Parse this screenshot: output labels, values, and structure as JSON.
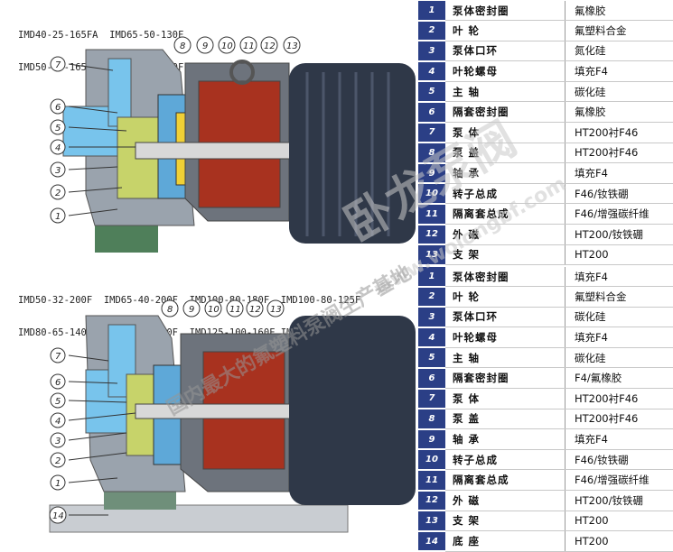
{
  "top": {
    "models_line1": "IMD40-25-165FA  IMD65-50-130F",
    "models_line2": "IMD50-40-165F   IMD80-65-140F",
    "callouts_left": [
      "7",
      "6",
      "5",
      "4",
      "3",
      "2",
      "1"
    ],
    "callouts_top": [
      "8",
      "9",
      "10",
      "11",
      "12",
      "13"
    ],
    "parts": [
      {
        "no": "1",
        "name": "泵体密封圈",
        "material": "氟橡胶"
      },
      {
        "no": "2",
        "name": "叶        轮",
        "material": "氟塑料合金"
      },
      {
        "no": "3",
        "name": "泵体口环",
        "material": "氮化硅"
      },
      {
        "no": "4",
        "name": "叶轮螺母",
        "material": "填充F4"
      },
      {
        "no": "5",
        "name": "主        轴",
        "material": "碳化硅"
      },
      {
        "no": "6",
        "name": "隔套密封圈",
        "material": "氟橡胶"
      },
      {
        "no": "7",
        "name": "泵        体",
        "material": "HT200衬F46"
      },
      {
        "no": "8",
        "name": "泵        盖",
        "material": "HT200衬F46"
      },
      {
        "no": "9",
        "name": "轴        承",
        "material": "填充F4"
      },
      {
        "no": "10",
        "name": "转子总成",
        "material": "F46/钕铁硼"
      },
      {
        "no": "11",
        "name": "隔离套总成",
        "material": "F46/增强碳纤维"
      },
      {
        "no": "12",
        "name": "外        磁",
        "material": "HT200/钕铁硼"
      },
      {
        "no": "13",
        "name": "支        架",
        "material": "HT200"
      }
    ]
  },
  "bottom": {
    "models_line1": "IMD50-32-200F  IMD65-40-200F  IMD100-80-180F  IMD100-80-125F",
    "models_line2": "IMD80-65-140F  IMD80-50-200F  IMD125-100-160F IMD125-100-200F",
    "callouts_left": [
      "7",
      "6",
      "5",
      "4",
      "3",
      "2",
      "1",
      "14"
    ],
    "callouts_top": [
      "8",
      "9",
      "10",
      "11",
      "12",
      "13"
    ],
    "parts": [
      {
        "no": "1",
        "name": "泵体密封圈",
        "material": "填充F4"
      },
      {
        "no": "2",
        "name": "叶        轮",
        "material": "氟塑料合金"
      },
      {
        "no": "3",
        "name": "泵体口环",
        "material": "碳化硅"
      },
      {
        "no": "4",
        "name": "叶轮螺母",
        "material": "填充F4"
      },
      {
        "no": "5",
        "name": "主        轴",
        "material": "碳化硅"
      },
      {
        "no": "6",
        "name": "隔套密封圈",
        "material": "F4/氟橡胶"
      },
      {
        "no": "7",
        "name": "泵        体",
        "material": "HT200衬F46"
      },
      {
        "no": "8",
        "name": "泵        盖",
        "material": "HT200衬F46"
      },
      {
        "no": "9",
        "name": "轴        承",
        "material": "填充F4"
      },
      {
        "no": "10",
        "name": "转子总成",
        "material": "F46/钕铁硼"
      },
      {
        "no": "11",
        "name": "隔离套总成",
        "material": "F46/增强碳纤维"
      },
      {
        "no": "12",
        "name": "外        磁",
        "material": "HT200/钕铁硼"
      },
      {
        "no": "13",
        "name": "支        架",
        "material": "HT200"
      },
      {
        "no": "14",
        "name": "底        座",
        "material": "HT200"
      }
    ]
  },
  "watermark": {
    "brand": "卧龙泵阀",
    "url": "www.wolongbf.com",
    "slogan": "国内最大的氟塑料泵阀生产基地"
  }
}
